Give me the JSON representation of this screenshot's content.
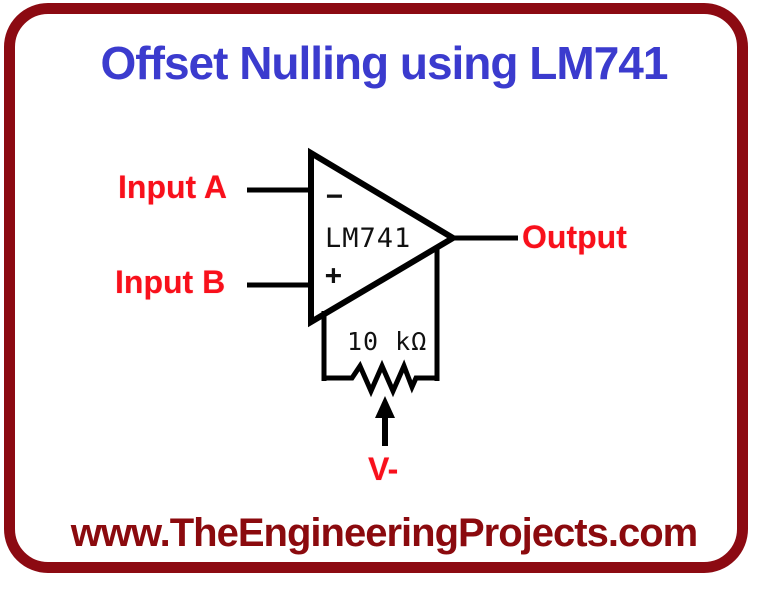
{
  "title": "Offset Nulling using LM741",
  "footer": "www.TheEngineeringProjects.com",
  "colors": {
    "title_blue": "#3B3BCE",
    "label_red": "#F8101B",
    "frame_maroon": "#8C0A12",
    "footer_maroon": "#8B0A0E",
    "line_black": "#000000"
  },
  "circuit": {
    "labels": {
      "input_a": "Input A",
      "input_b": "Input B",
      "output": "Output",
      "chip": "LM741",
      "inverting_pin": "−",
      "non_inverting_pin": "+",
      "resistor_value": "10 kΩ",
      "v_minus": "V-"
    }
  }
}
